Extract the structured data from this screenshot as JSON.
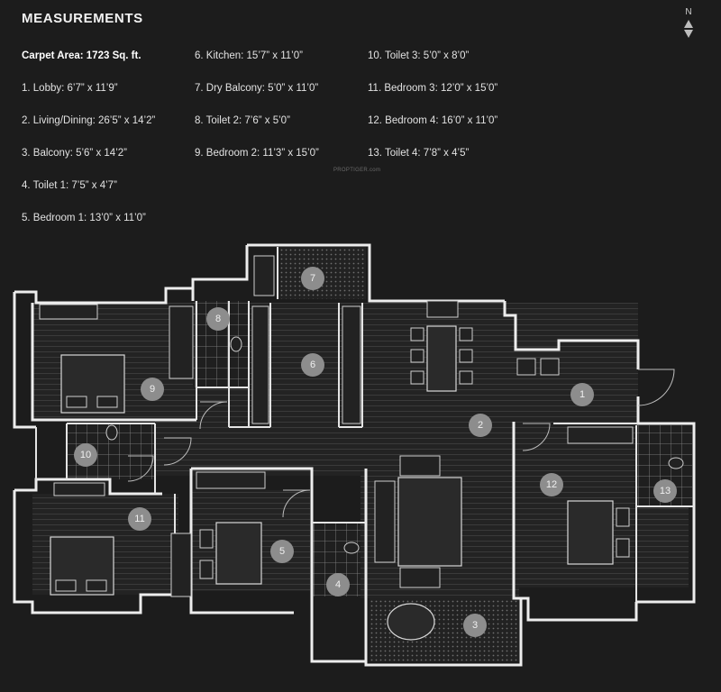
{
  "header": {
    "title": "MEASUREMENTS"
  },
  "compass": {
    "label": "N"
  },
  "measurements": {
    "carpet_area": "Carpet Area: 1723 Sq. ft.",
    "rooms": [
      "1. Lobby: 6’7” x 11’9”",
      "2. Living/Dining: 26’5” x 14’2”",
      "3. Balcony: 5’6” x 14’2”",
      "4. Toilet 1: 7’5” x 4’7”",
      "5. Bedroom 1: 13’0” x 11’0”",
      "6. Kitchen: 15’7” x 11’0”",
      "7. Dry Balcony: 5’0” x 11’0”",
      "8. Toilet 2: 7’6” x 5’0”",
      "9. Bedroom 2: 11’3” x 15’0”",
      "10. Toilet 3: 5’0” x 8’0”",
      "11. Bedroom 3: 12’0” x 15’0”",
      "12. Bedroom 4: 16’0” x 11’0”",
      "13. Toilet 4: 7’8” x 4’5”"
    ]
  },
  "watermark": "PROPTIGER.com",
  "plan_markers": [
    "1",
    "2",
    "3",
    "4",
    "5",
    "6",
    "7",
    "8",
    "9",
    "10",
    "11",
    "12",
    "13"
  ]
}
